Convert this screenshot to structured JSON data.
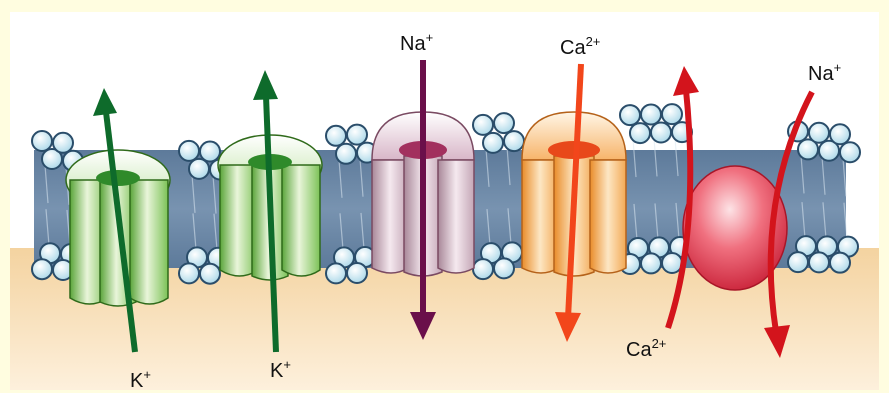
{
  "labels": {
    "k_left": {
      "base": "K",
      "sup": "+"
    },
    "k_right": {
      "base": "K",
      "sup": "+"
    },
    "na_channel": {
      "base": "Na",
      "sup": "+"
    },
    "ca_channel": {
      "base": "Ca",
      "sup": "2+"
    },
    "na_exchanger": {
      "base": "Na",
      "sup": "+"
    },
    "ca_exchanger": {
      "base": "Ca",
      "sup": "2+"
    }
  },
  "colors": {
    "page_background": "#fffde0",
    "frame_background": "#ffffff",
    "intracellular": "#f6d9ab",
    "membrane_core": "#6a86a4",
    "head_fill": "#d6eef6",
    "head_stroke": "#2a4d6a",
    "k_channel": "#6fb84a",
    "k_arrow": "#0e6b2b",
    "na_channel": "#c9aebc",
    "na_arrow": "#6a0f4a",
    "ca_channel": "#f0a24a",
    "ca_arrow": "#f2461b",
    "exchanger": "#e8465a",
    "exchanger_arrow": "#d3141c"
  },
  "icons": {
    "k_channel_1": "potassium-channel-icon",
    "k_channel_2": "potassium-channel-icon",
    "na_channel": "sodium-channel-icon",
    "ca_channel": "calcium-channel-icon",
    "exchanger": "sodium-calcium-exchanger-icon"
  }
}
